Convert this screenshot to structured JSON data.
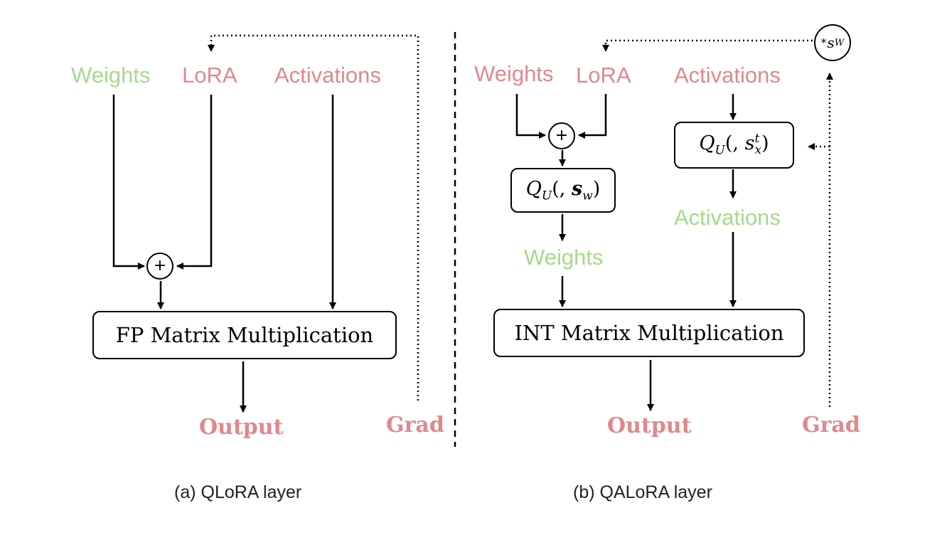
{
  "colors": {
    "green": "#a6d98c",
    "pink": "#e0888c",
    "line": "#000000"
  },
  "left": {
    "weights": "Weights",
    "lora": "LoRA",
    "activations": "Activations",
    "matmul": "FP Matrix Multiplication",
    "output": "Output",
    "grad": "Grad",
    "caption": "(a) QLoRA layer"
  },
  "right": {
    "weights_in": "Weights",
    "lora": "LoRA",
    "activations_in": "Activations",
    "quant_w": {
      "q": "Q",
      "sub": "U",
      "args": "(,",
      "s": "s",
      "s_sub": "w",
      "close": ")"
    },
    "quant_x": {
      "q": "Q",
      "sub": "U",
      "args": "(,",
      "s": "s",
      "s_sub": "x",
      "s_sup": "t",
      "close": ")"
    },
    "weights_out": "Weights",
    "activations_out": "Activations",
    "matmul": "INT Matrix Multiplication",
    "output": "Output",
    "grad": "Grad",
    "scale_circle": {
      "prefix": "*",
      "s": "s",
      "s_sub": "W"
    },
    "caption": "(b) QALoRA layer"
  },
  "plus_symbol": "+"
}
